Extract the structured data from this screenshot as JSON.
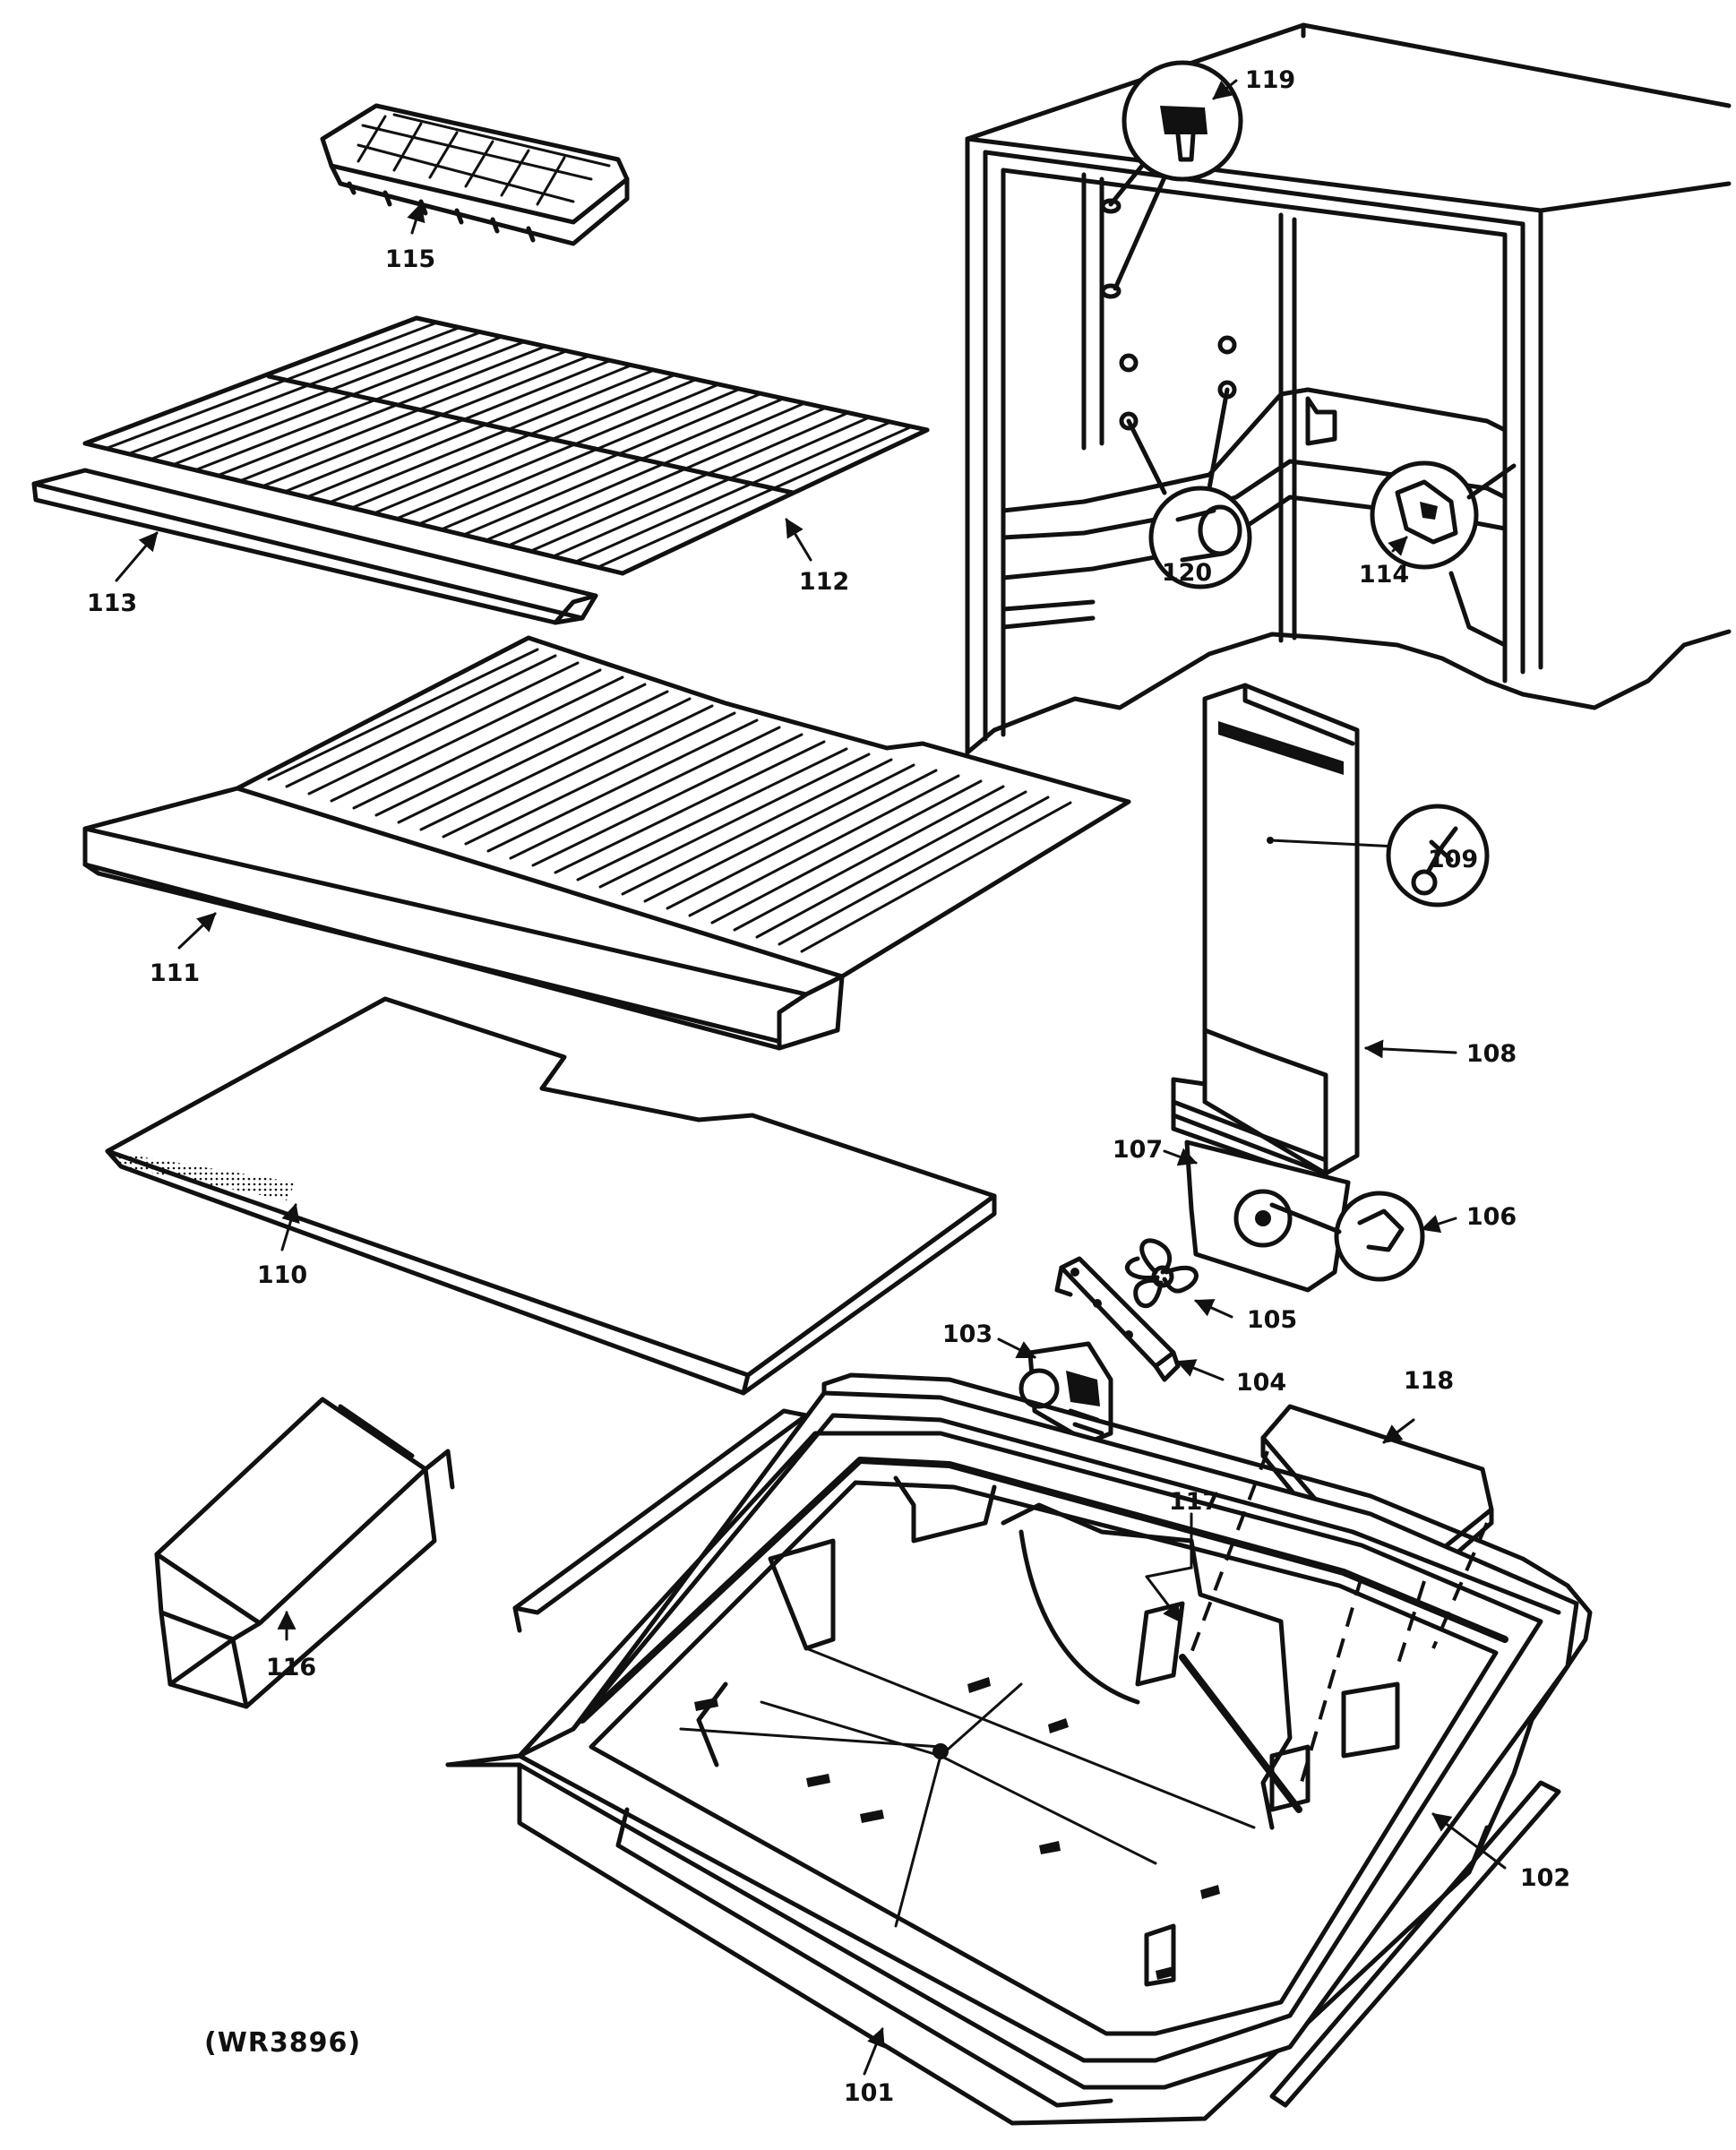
{
  "diagram_code": "(WR3896)",
  "callouts": {
    "p101": "101",
    "p102": "102",
    "p103": "103",
    "p104": "104",
    "p105": "105",
    "p106": "106",
    "p107": "107",
    "p108": "108",
    "p109": "109",
    "p110": "110",
    "p111": "111",
    "p112": "112",
    "p113": "113",
    "p114": "114",
    "p115": "115",
    "p116": "116",
    "p117": "117",
    "p118": "118",
    "p119": "119",
    "p120": "120"
  }
}
